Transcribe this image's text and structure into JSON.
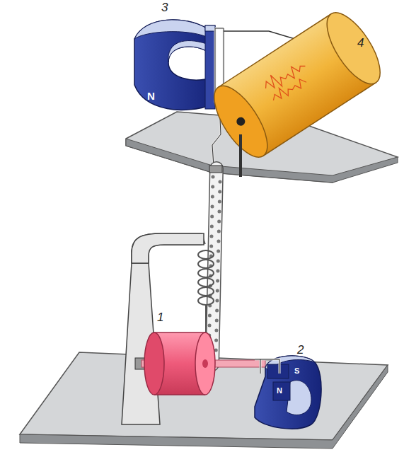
{
  "diagram": {
    "labels": [
      "3",
      "4",
      "N",
      "1",
      "2",
      "S",
      "N"
    ]
  }
}
